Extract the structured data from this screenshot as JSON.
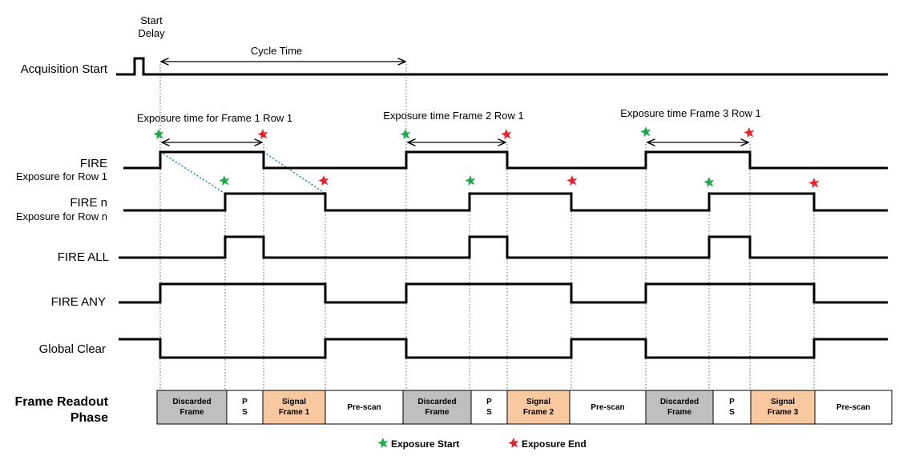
{
  "annotations": {
    "start_delay_line1": "Start",
    "start_delay_line2": "Delay",
    "cycle_time": "Cycle Time",
    "exposure_frame1": "Exposure time for Frame 1 Row 1",
    "exposure_frame2": "Exposure time Frame 2 Row 1",
    "exposure_frame3": "Exposure time Frame 3 Row 1"
  },
  "signals": {
    "acquisition_start": "Acquisition Start",
    "fire": "FIRE",
    "fire_sub": "Exposure for Row 1",
    "fire_n": "FIRE n",
    "fire_n_sub": "Exposure for Row n",
    "fire_all": "FIRE ALL",
    "fire_any": "FIRE ANY",
    "global_clear": "Global Clear"
  },
  "readout": {
    "header_line1": "Frame Readout",
    "header_line2": "Phase",
    "cells": [
      {
        "line1": "Discarded",
        "line2": "Frame",
        "color": "#bfbfbf"
      },
      {
        "line1": "P",
        "line2": "S",
        "color": "#ffffff"
      },
      {
        "line1": "Signal",
        "line2": "Frame 1",
        "color": "#f8c8a0"
      },
      {
        "line1": "Pre-scan",
        "line2": "",
        "color": "#ffffff"
      },
      {
        "line1": "Discarded",
        "line2": "Frame",
        "color": "#bfbfbf"
      },
      {
        "line1": "P",
        "line2": "S",
        "color": "#ffffff"
      },
      {
        "line1": "Signal",
        "line2": "Frame 2",
        "color": "#f8c8a0"
      },
      {
        "line1": "Pre-scan",
        "line2": "",
        "color": "#ffffff"
      },
      {
        "line1": "Discarded",
        "line2": "Frame",
        "color": "#bfbfbf"
      },
      {
        "line1": "P",
        "line2": "S",
        "color": "#ffffff"
      },
      {
        "line1": "Signal",
        "line2": "Frame 3",
        "color": "#f8c8a0"
      },
      {
        "line1": "Pre-scan",
        "line2": "",
        "color": "#ffffff"
      }
    ]
  },
  "legend": {
    "exposure_start": "Exposure Start",
    "exposure_end": "Exposure End"
  },
  "colors": {
    "exposure_start": "#1fa84a",
    "exposure_end": "#e8202a",
    "row_link": "#1f7ec4"
  }
}
